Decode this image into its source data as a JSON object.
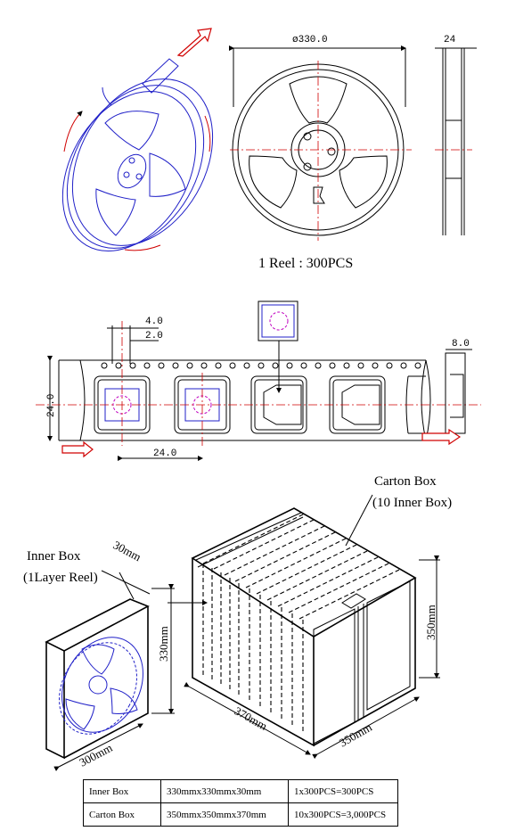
{
  "reel": {
    "diameter_label": "ø330.0",
    "width_label": "24",
    "caption": "1 Reel : 300PCS"
  },
  "tape": {
    "pitch_small_label": "4.0",
    "hole_offset_label": "2.0",
    "width_label": "24.0",
    "pocket_pitch_label": "24.0",
    "depth_label": "8.0"
  },
  "carton": {
    "title_line1": "Carton Box",
    "title_line2": "(10 Inner Box)",
    "height_label": "350mm",
    "length_label": "370mm",
    "depth_label": "350mm"
  },
  "inner_box": {
    "title_line1": "Inner Box",
    "title_line2": "(1Layer Reel)",
    "thickness_label": "30mm",
    "height_label": "330mm",
    "width_label": "300mm"
  },
  "spec_table": {
    "rows": [
      {
        "name": "Inner Box",
        "size": "330mmx330mmx30mm",
        "qty": "1x300PCS=300PCS"
      },
      {
        "name": "Carton Box",
        "size": "350mmx350mmx370mm",
        "qty": "10x300PCS=3,000PCS"
      }
    ]
  },
  "colors": {
    "line": "#000000",
    "centerline": "#d00000",
    "reel": "#2020c8",
    "component": "#c000c0"
  }
}
